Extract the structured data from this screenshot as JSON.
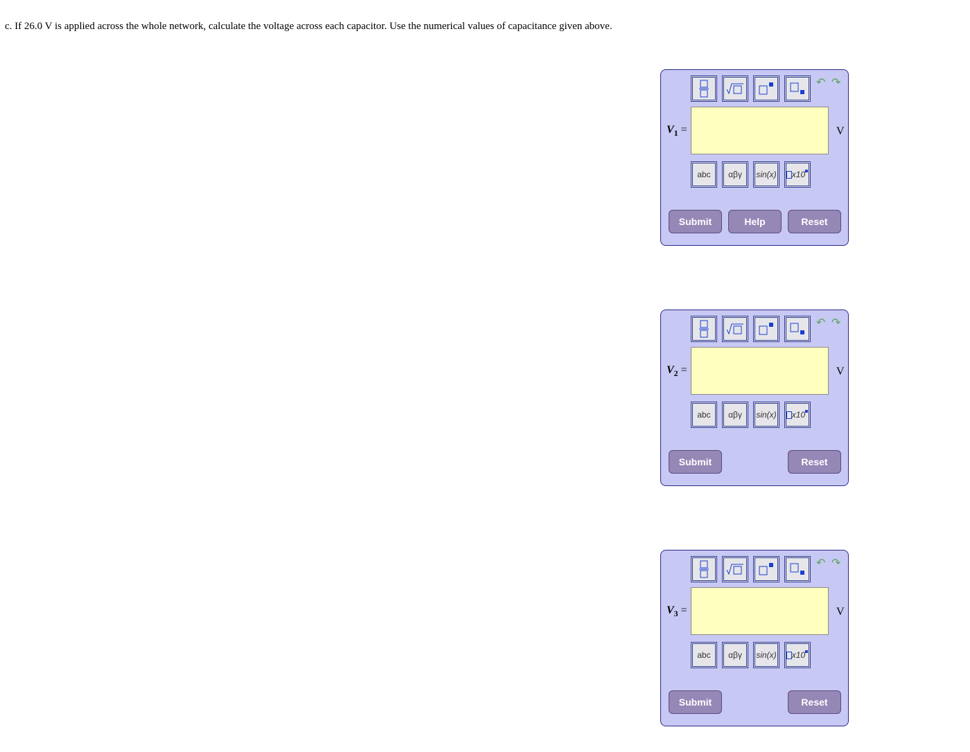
{
  "question": "c. If 26.0 V is applied across the whole network, calculate the voltage across each capacitor. Use the numerical values of capacitance given above.",
  "toolbar": {
    "template_tools": [
      "fraction-template",
      "sqrt-template",
      "superscript-template",
      "subscript-template"
    ],
    "symbol_buttons": {
      "abc": "abc",
      "greek": "αβγ",
      "func": "sin(x)",
      "sci": "x10"
    },
    "undo_icon": "undo-arrow-icon",
    "redo_icon": "redo-arrow-icon"
  },
  "colors": {
    "panel_bg": "#c8c8f4",
    "answer_bg": "#ffffc0",
    "button_bg": "#9587b6",
    "icon_blue": "#1a3fd0",
    "undo_green": "#5aa55a"
  },
  "parts": [
    {
      "var": "V",
      "sub": "1",
      "eq": "=",
      "unit": "V",
      "value": "",
      "buttons": {
        "submit": "Submit",
        "help": "Help",
        "reset": "Reset"
      }
    },
    {
      "var": "V",
      "sub": "2",
      "eq": "=",
      "unit": "V",
      "value": "",
      "buttons": {
        "submit": "Submit",
        "reset": "Reset"
      }
    },
    {
      "var": "V",
      "sub": "3",
      "eq": "=",
      "unit": "V",
      "value": "",
      "buttons": {
        "submit": "Submit",
        "reset": "Reset"
      }
    }
  ]
}
